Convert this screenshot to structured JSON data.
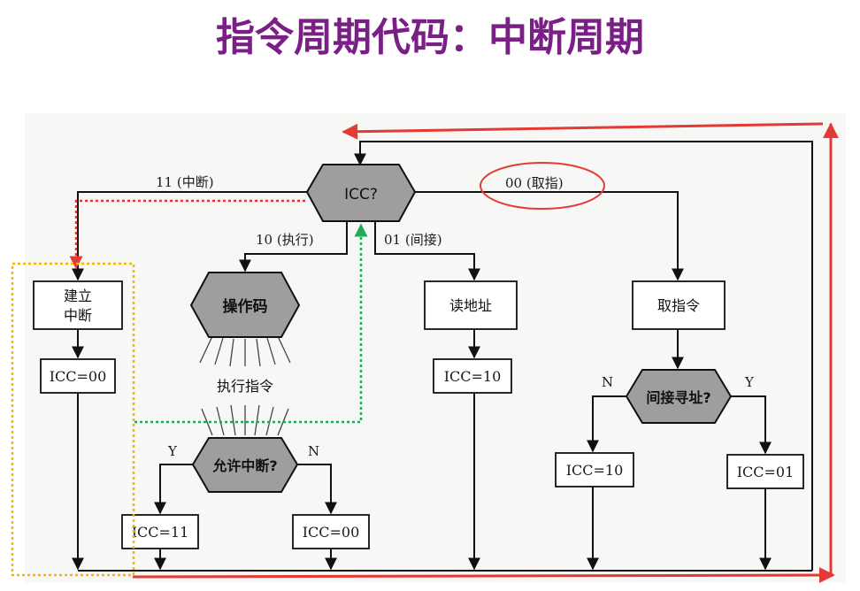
{
  "title": "指令周期代码：中断周期",
  "diagram": {
    "decision_icc": "ICC?",
    "decision_opcode": "操作码",
    "decision_allow_interrupt": "允许中断?",
    "decision_indirect": "间接寻址?",
    "box_establish_interrupt_line1": "建立",
    "box_establish_interrupt_line2": "中断",
    "box_icc00_left": "ICC=00",
    "box_read_address": "读地址",
    "box_icc10_mid": "ICC=10",
    "box_fetch_instruction": "取指令",
    "box_icc10_right": "ICC=10",
    "box_icc01": "ICC=01",
    "box_icc11": "ICC=11",
    "box_icc00_bottom": "ICC=00",
    "text_execute": "执行指令",
    "branch_11": "11 (中断)",
    "branch_00": "00 (取指)",
    "branch_10": "10 (执行)",
    "branch_01": "01 (间接)",
    "yes_left": "Y",
    "no_left": "N",
    "no_right": "N",
    "yes_right": "Y"
  },
  "colors": {
    "title": "#7a1f86",
    "red_highlight": "#e53935",
    "orange_highlight": "#f5b800",
    "green_highlight": "#1faa59",
    "decision_fill": "#9e9e9e"
  }
}
